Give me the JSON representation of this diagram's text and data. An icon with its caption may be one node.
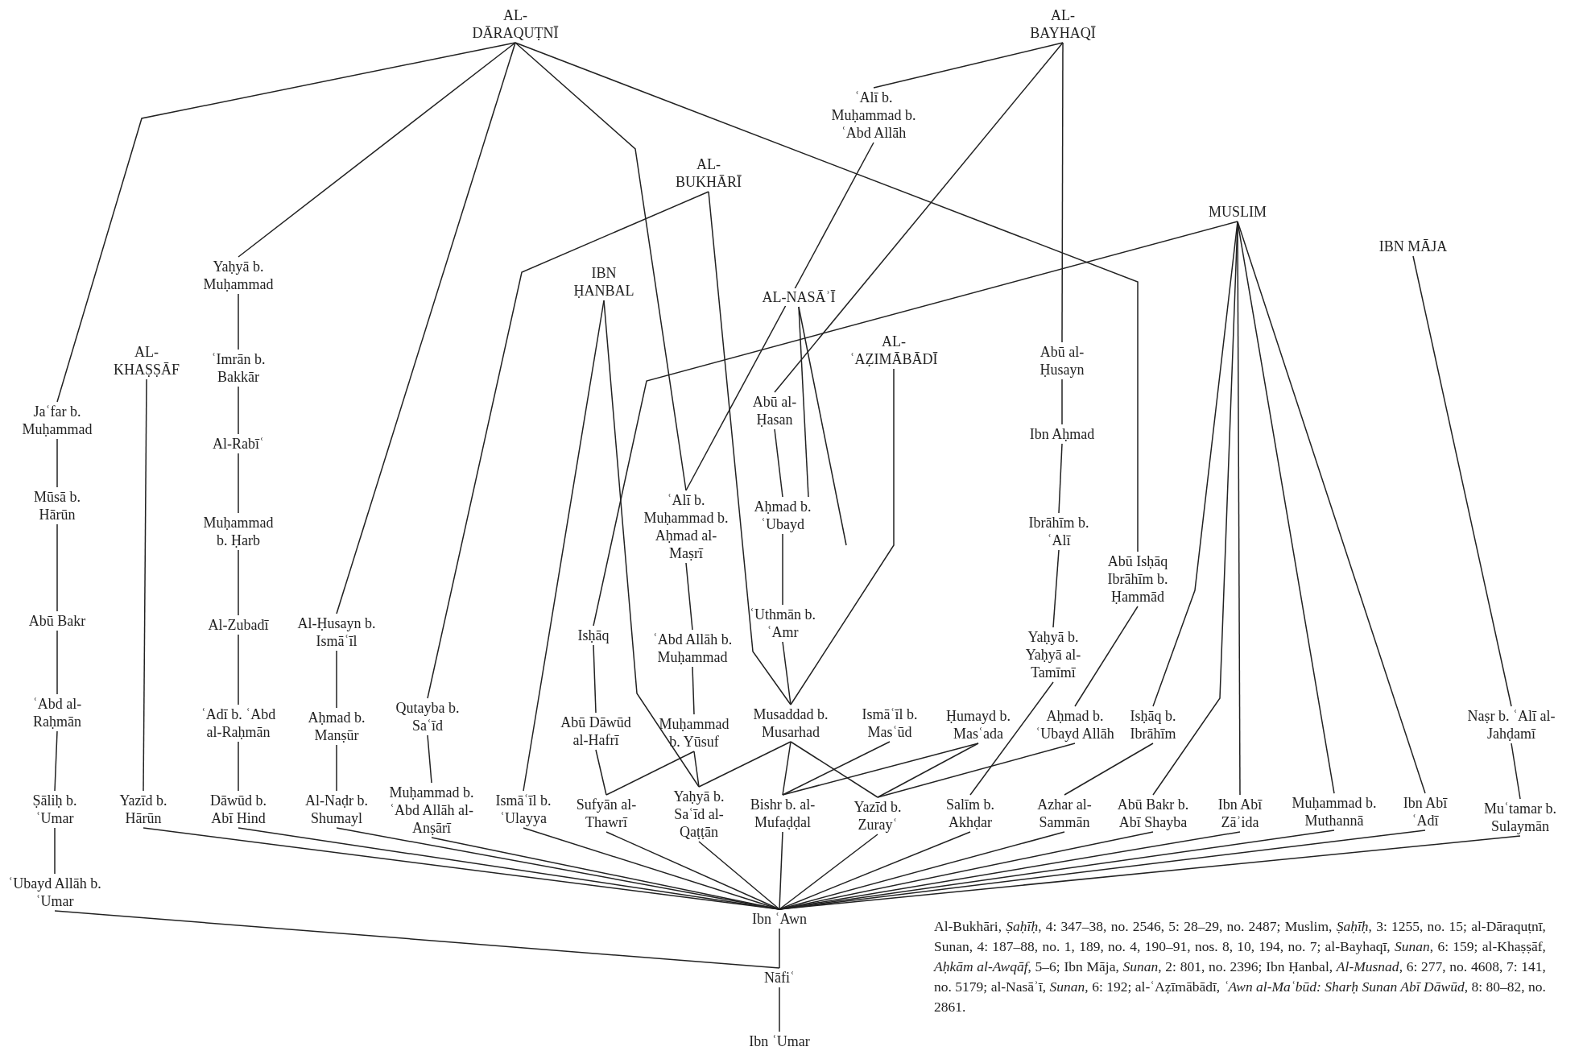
{
  "diagram": {
    "nodes": [
      {
        "text": [
          "AL-DĀRAQUṬNĪ"
        ]
      },
      {
        "text": [
          "AL-BAYHAQĪ"
        ]
      },
      {
        "text": [
          "ʿAlī b. Muḥammad b. ʿAbd Allāh"
        ]
      },
      {
        "text": [
          "AL-BUKHĀRĪ"
        ]
      },
      {
        "text": [
          "MUSLIM"
        ]
      },
      {
        "text": [
          "IBN MĀJA"
        ]
      },
      {
        "text": [
          "IBN ḤANBAL"
        ]
      },
      {
        "text": [
          "AL-NASĀʾĪ"
        ]
      },
      {
        "text": [
          "AL-ʿAẒIMĀBĀDĪ"
        ]
      },
      {
        "text": [
          "Yaḥyā b. Muḥammad"
        ]
      },
      {
        "text": [
          "AL-KHAṢṢĀF"
        ]
      },
      {
        "text": [
          "ʿImrān b. Bakkār"
        ]
      },
      {
        "text": [
          "Abū al-Ḥusayn"
        ]
      },
      {
        "text": [
          "Jaʿfar b. Muḥammad"
        ]
      },
      {
        "text": [
          "Al-Rabīʿ"
        ]
      },
      {
        "text": [
          "Abū al-Ḥasan"
        ]
      },
      {
        "text": [
          "Ibn Aḥmad"
        ]
      },
      {
        "text": [
          "Mūsā b. Hārūn"
        ]
      },
      {
        "text": [
          "Muḥammad b. Ḥarb"
        ]
      },
      {
        "text": [
          "Aḥmad b. ʿUbayd"
        ]
      },
      {
        "text": [
          "ʿAlī b. Muḥammad b. Aḥmad al-Maṣrī"
        ]
      },
      {
        "text": [
          "Ibrāhīm b. ʿAlī"
        ]
      },
      {
        "text": [
          "Abū Isḥāq Ibrāhīm b. Ḥammād"
        ]
      },
      {
        "text": [
          "Abū Bakr"
        ]
      },
      {
        "text": [
          "Al-Zubadī"
        ]
      },
      {
        "text": [
          "Al-Ḥusayn b. Ismāʿīl"
        ]
      },
      {
        "text": [
          "Isḥāq"
        ]
      },
      {
        "text": [
          "ʿAbd Allāh b. Muḥammad"
        ]
      },
      {
        "text": [
          "ʿUthmān b. ʿAmr"
        ]
      },
      {
        "text": [
          "Yaḥyā b. Yaḥyā al-Tamīmī"
        ]
      },
      {
        "text": [
          "ʿAbd al-Raḥmān"
        ]
      },
      {
        "text": [
          "ʿAdī b. ʿAbd al-Raḥmān"
        ]
      },
      {
        "text": [
          "Aḥmad b. Manṣūr"
        ]
      },
      {
        "text": [
          "Qutayba b. Saʿīd"
        ]
      },
      {
        "text": [
          "Abū Dāwūd al-Hafrī"
        ]
      },
      {
        "text": [
          "Muḥammad b. Yūsuf"
        ]
      },
      {
        "text": [
          "Musaddad b. Musarhad"
        ]
      },
      {
        "text": [
          "Ismāʿīl b. Masʿūd"
        ]
      },
      {
        "text": [
          "Ḥumayd b. Masʿada"
        ]
      },
      {
        "text": [
          "Aḥmad b. ʿUbayd Allāh"
        ]
      },
      {
        "text": [
          "Isḥāq b. Ibrāhīm"
        ]
      },
      {
        "text": [
          "Naṣr b. ʿAlī al-Jahḍamī"
        ]
      },
      {
        "text": [
          "Ṣāliḥ b. ʿUmar"
        ]
      },
      {
        "text": [
          "Yazīd b. Hārūn"
        ]
      },
      {
        "text": [
          "Dāwūd b. Abī Hind"
        ]
      },
      {
        "text": [
          "Al-Naḍr b. Shumayl"
        ]
      },
      {
        "text": [
          "Muḥammad b. ʿAbd Allāh al-Anṣārī"
        ]
      },
      {
        "text": [
          "Ismāʿīl b. ʿUlayya"
        ]
      },
      {
        "text": [
          "Sufyān al-Thawrī"
        ]
      },
      {
        "text": [
          "Yaḥyā b. Saʿīd al-Qaṭṭān"
        ]
      },
      {
        "text": [
          "Bishr b. al-Mufaḍḍal"
        ]
      },
      {
        "text": [
          "Yazīd b. Zurayʿ"
        ]
      },
      {
        "text": [
          "Salīm b. Akhḍar"
        ]
      },
      {
        "text": [
          "Azhar al-Sammān"
        ]
      },
      {
        "text": [
          "Abū Bakr b. Abī Shayba"
        ]
      },
      {
        "text": [
          "Ibn Abī Zāʾida"
        ]
      },
      {
        "text": [
          "Muḥammad b. Muthannā"
        ]
      },
      {
        "text": [
          "Ibn Abī ʿAdī"
        ]
      },
      {
        "text": [
          "Muʿtamar b. Sulaymān"
        ]
      },
      {
        "text": [
          "ʿUbayd Allāh b. ʿUmar"
        ]
      },
      {
        "text": [
          "Ibn ʿAwn"
        ]
      },
      {
        "text": [
          "Nāfiʿ"
        ]
      },
      {
        "text": [
          "Ibn ʿUmar"
        ]
      }
    ],
    "edges": [
      {
        "from": 0,
        "to": 13,
        "arrow": "none"
      },
      {
        "from": 0,
        "to": 9,
        "arrow": "none"
      },
      {
        "from": 0,
        "to": 25,
        "arrow": "none"
      },
      {
        "from": 0,
        "to": 20,
        "arrow": "none"
      },
      {
        "from": 0,
        "to": 22,
        "arrow": "none"
      },
      {
        "from": 1,
        "to": 2,
        "arrow": "none"
      },
      {
        "from": 1,
        "to": 15,
        "arrow": "none"
      },
      {
        "from": 1,
        "to": 12,
        "arrow": "none"
      },
      {
        "from": 2,
        "to": 20,
        "arrow": "none"
      },
      {
        "from": 3,
        "to": 33,
        "arrow": "none"
      },
      {
        "from": 3,
        "to": 36,
        "arrow": "none"
      },
      {
        "from": 4,
        "to": 26,
        "arrow": "none"
      },
      {
        "from": 4,
        "to": 40,
        "arrow": "none"
      },
      {
        "from": 4,
        "to": 54,
        "arrow": "none"
      },
      {
        "from": 4,
        "to": 55,
        "arrow": "none"
      },
      {
        "from": 4,
        "to": 56,
        "arrow": "none"
      },
      {
        "from": 4,
        "to": 57,
        "arrow": "none"
      },
      {
        "from": 5,
        "to": 41,
        "arrow": "none"
      },
      {
        "from": 6,
        "to": 47,
        "arrow": "none"
      },
      {
        "from": 6,
        "to": 49,
        "arrow": "none"
      },
      {
        "from": 7,
        "to": 19,
        "arrow": "none"
      },
      {
        "from": 7,
        "to": null,
        "arrow": "none"
      },
      {
        "from": 8,
        "to": 36,
        "arrow": "none"
      },
      {
        "from": 9,
        "to": 11,
        "arrow": "none"
      },
      {
        "from": 11,
        "to": 14,
        "arrow": "none"
      },
      {
        "from": 14,
        "to": 18,
        "arrow": "none"
      },
      {
        "from": 18,
        "to": 24,
        "arrow": "none"
      },
      {
        "from": 24,
        "to": 31,
        "arrow": "none"
      },
      {
        "from": 31,
        "to": 44,
        "arrow": "none"
      },
      {
        "from": 10,
        "to": 43,
        "arrow": "none"
      },
      {
        "from": 12,
        "to": 16,
        "arrow": "none"
      },
      {
        "from": 16,
        "to": 21,
        "arrow": "none"
      },
      {
        "from": 21,
        "to": 29,
        "arrow": "none"
      },
      {
        "from": 29,
        "to": 52,
        "arrow": "none"
      },
      {
        "from": 13,
        "to": 17,
        "arrow": "none"
      },
      {
        "from": 17,
        "to": 23,
        "arrow": "none"
      },
      {
        "from": 23,
        "to": 30,
        "arrow": "none"
      },
      {
        "from": 30,
        "to": 42,
        "arrow": "none"
      },
      {
        "from": 42,
        "to": 59,
        "arrow": "none"
      },
      {
        "from": 59,
        "to": 61,
        "arrow": "none"
      },
      {
        "from": 15,
        "to": 19,
        "arrow": "none"
      },
      {
        "from": 19,
        "to": 28,
        "arrow": "none"
      },
      {
        "from": 28,
        "to": 36,
        "arrow": "none"
      },
      {
        "from": 20,
        "to": 27,
        "arrow": "none"
      },
      {
        "from": 27,
        "to": 35,
        "arrow": "none"
      },
      {
        "from": 35,
        "to": 49,
        "arrow": "none"
      },
      {
        "from": 35,
        "to": 48,
        "arrow": "none"
      },
      {
        "from": 26,
        "to": 34,
        "arrow": "none"
      },
      {
        "from": 34,
        "to": 48,
        "arrow": "none"
      },
      {
        "from": 25,
        "to": 32,
        "arrow": "none"
      },
      {
        "from": 32,
        "to": 45,
        "arrow": "none"
      },
      {
        "from": 33,
        "to": 46,
        "arrow": "none"
      },
      {
        "from": 22,
        "to": 39,
        "arrow": "none"
      },
      {
        "from": 40,
        "to": 53,
        "arrow": "none"
      },
      {
        "from": 36,
        "to": 49,
        "arrow": "none"
      },
      {
        "from": 36,
        "to": 50,
        "arrow": "none"
      },
      {
        "from": 36,
        "to": 51,
        "arrow": "none"
      },
      {
        "from": 37,
        "to": 50,
        "arrow": "none"
      },
      {
        "from": 38,
        "to": 50,
        "arrow": "none"
      },
      {
        "from": 38,
        "to": 51,
        "arrow": "none"
      },
      {
        "from": 39,
        "to": 51,
        "arrow": "none"
      },
      {
        "from": 41,
        "to": 58,
        "arrow": "none"
      },
      {
        "from": 43,
        "to": 60,
        "arrow": "none"
      },
      {
        "from": 44,
        "to": 60,
        "arrow": "none"
      },
      {
        "from": 45,
        "to": 60,
        "arrow": "none"
      },
      {
        "from": 46,
        "to": 60,
        "arrow": "none"
      },
      {
        "from": 47,
        "to": 60,
        "arrow": "none"
      },
      {
        "from": 48,
        "to": 60,
        "arrow": "none"
      },
      {
        "from": 49,
        "to": 60,
        "arrow": "none"
      },
      {
        "from": 50,
        "to": 60,
        "arrow": "none"
      },
      {
        "from": 51,
        "to": 60,
        "arrow": "none"
      },
      {
        "from": 52,
        "to": 60,
        "arrow": "none"
      },
      {
        "from": 53,
        "to": 60,
        "arrow": "none"
      },
      {
        "from": 54,
        "to": 60,
        "arrow": "none"
      },
      {
        "from": 55,
        "to": 60,
        "arrow": "none"
      },
      {
        "from": 56,
        "to": 60,
        "arrow": "none"
      },
      {
        "from": 57,
        "to": 60,
        "arrow": "none"
      },
      {
        "from": 58,
        "to": 60,
        "arrow": "none"
      },
      {
        "from": 60,
        "to": 61,
        "arrow": "none"
      },
      {
        "from": 61,
        "to": 62,
        "arrow": "none"
      }
    ],
    "labels": [
      "Al-Bukhāri, *Ṣaḥīḥ*, 4: 347–38, no. 2546, 5: 28–29, no. 2487; Muslim, *Ṣaḥīḥ*, 3: 1255, no. 15; al-Dāraquṭnī, Sunan, 4: 187–88, no. 1, 189, no. 4, 190–91, nos. 8, 10, 194, no. 7; al-Bayhaqī, *Sunan*, 6: 159; al-Khaṣṣāf, *Aḥkām al-Awqāf*, 5–6; Ibn Māja, *Sunan*, 2: 801, no. 2396; Ibn Ḥanbal, *Al-Musnad*, 6: 277, no. 4608, 7: 141, no. 5179; al-Nasāʾī, *Sunan*, 6: 192; al-ʿAẓīmābādī, *ʿAwn al-Maʿbūd: Sharḥ Sunan Abī Dāwūd*, 8: 80–82, no. 2861."
    ]
  }
}
